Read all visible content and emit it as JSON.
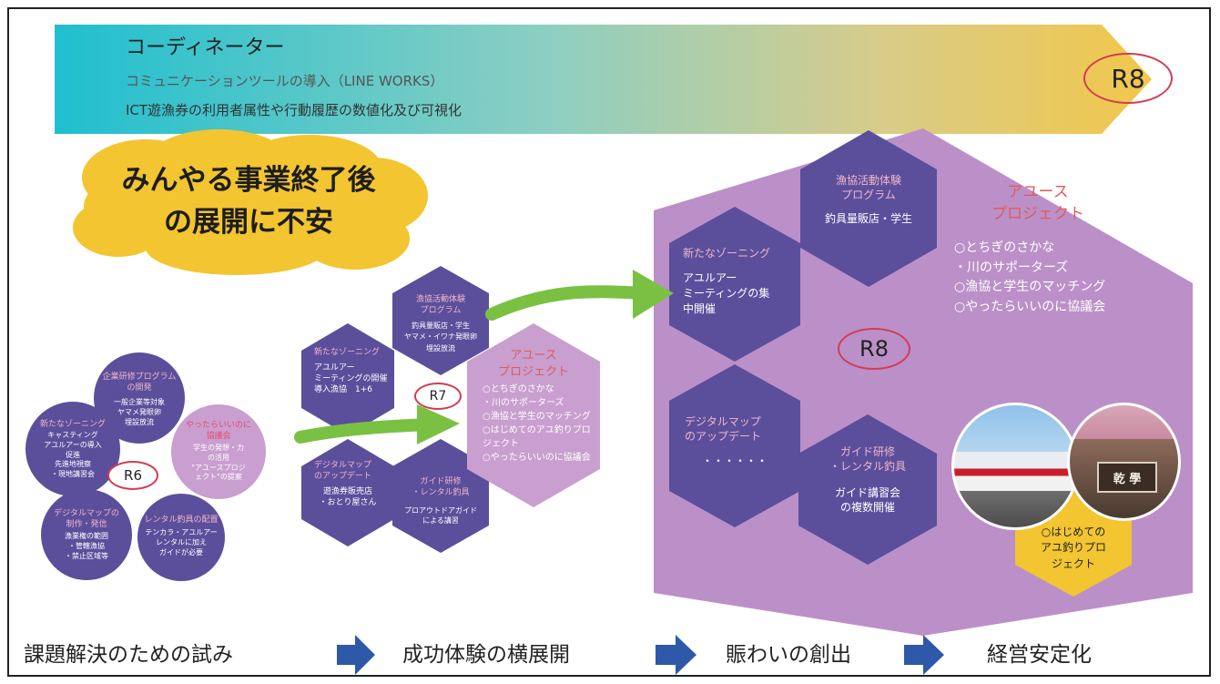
{
  "banner": {
    "title": "コーディネーター",
    "line1": "コミュニケーションツールの導入（LINE WORKS）",
    "line2": "ICT遊漁券の利用者属性や行動履歴の数値化及び可視化",
    "year": "R8"
  },
  "worry": {
    "line1": "みんやる事業終了後",
    "line2": "の展開に不安"
  },
  "r6": {
    "label": "R6",
    "training": {
      "title": "企業研修プログラム\nの開発",
      "body": "一般企業等対象\nヤマメ発眼卵\n埋設放流"
    },
    "zoning": {
      "title": "新たなゾーニング",
      "body": "キャスティング\nアユルアーの導入\n促進\n先進地視察\n・現地講習会"
    },
    "council": {
      "title": "やったらいいのに\n協議会",
      "body": "学生の発想・力\nの活用\n\"アユースプロジ\nェクト\"の提案"
    },
    "map": {
      "title": "デジタルマップの\n制作・発信",
      "body": "漁業権の範囲\n・管轄漁協\n・禁止区域等"
    },
    "rental": {
      "title": "レンタル釣具の配置",
      "body": "テンカラ・アユルアー\nレンタルに加え\nガイドが必要"
    }
  },
  "r7": {
    "label": "R7",
    "experience": {
      "title": "漁協活動体験\nプログラム",
      "body": "釣具量販店・学生\nヤマメ・イワナ発眼卵\n埋設放流"
    },
    "zoning": {
      "title": "新たなゾーニング",
      "body": "アユルアー\nミーティングの開催\n導入漁協　1+6"
    },
    "map": {
      "title": "デジタルマップ\nのアップデート",
      "body": "遊漁券販売店\n・おとり屋さん"
    },
    "guide": {
      "title": "ガイド研修\n・レンタル釣具",
      "body": "プロアウトドアガイド\nによる講習"
    },
    "project": {
      "title": "アユース\nプロジェクト",
      "body": "○とちぎのさかな\n・川のサポーターズ\n○漁協と学生のマッチング\n○はじめてのアユ釣りプロ\nジェクト\n○やったらいいのに協議会"
    }
  },
  "r8": {
    "label": "R8",
    "experience": {
      "title": "漁協活動体験\nプログラム",
      "body": "釣具量販店・学生"
    },
    "zoning": {
      "title": "新たなゾーニング",
      "body": "アユルアー\nミーティングの集\n中開催"
    },
    "map": {
      "title": "デジタルマップ\nのアップデート",
      "body": "・・・・・・"
    },
    "guide": {
      "title": "ガイド研修\n・レンタル釣具",
      "body": "ガイド講習会\nの複数開催"
    },
    "project": {
      "title": "アユース\nプロジェクト",
      "body": "○とちぎのさかな\n・川のサポーターズ\n○漁協と学生のマッチング\n○やったらいいのに協議会"
    },
    "beginner": "○はじめての\nアユ釣りプロ\nジェクト",
    "photo_sign": "乾 學"
  },
  "flow": [
    "課題解決のための試み",
    "成功体験の横展開",
    "賑わいの創出",
    "経営安定化"
  ],
  "colors": {
    "hex_dark": "#5b4f9c",
    "hex_light": "#c99fcf",
    "big_hex": "#bb90c8",
    "arrow_green": "#7ac143",
    "flow_arrow": "#2e58a8",
    "cloud": "#f2c531",
    "ring": "#d23c52"
  }
}
